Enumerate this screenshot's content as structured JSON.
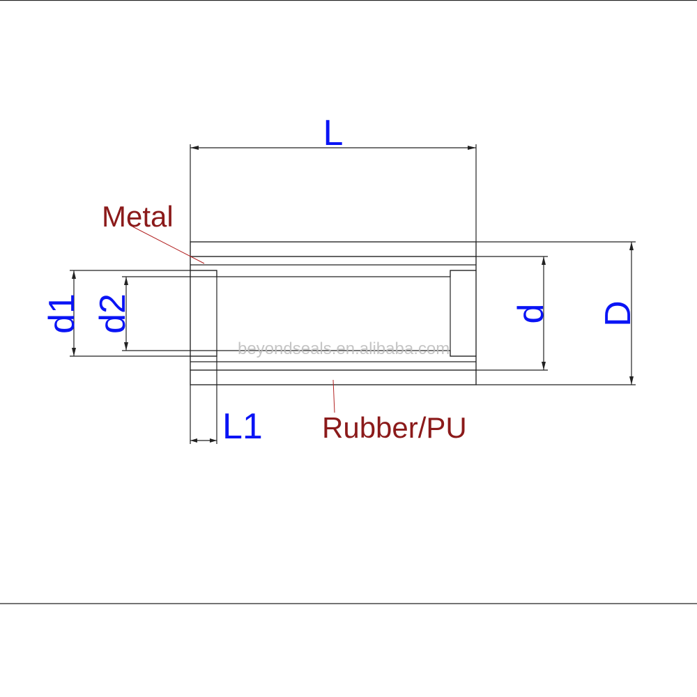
{
  "drawing": {
    "dimensions": {
      "L": "L",
      "L1": "L1",
      "d": "d",
      "D": "D",
      "d1": "d1",
      "d2": "d2"
    },
    "materials": {
      "metal": "Metal",
      "rubber": "Rubber/PU"
    },
    "watermark": "beyondseals.en.alibaba.com"
  },
  "colors": {
    "dimension_text": "#0a14f5",
    "material_label": "#8b1a1a",
    "lines": "#222222"
  }
}
